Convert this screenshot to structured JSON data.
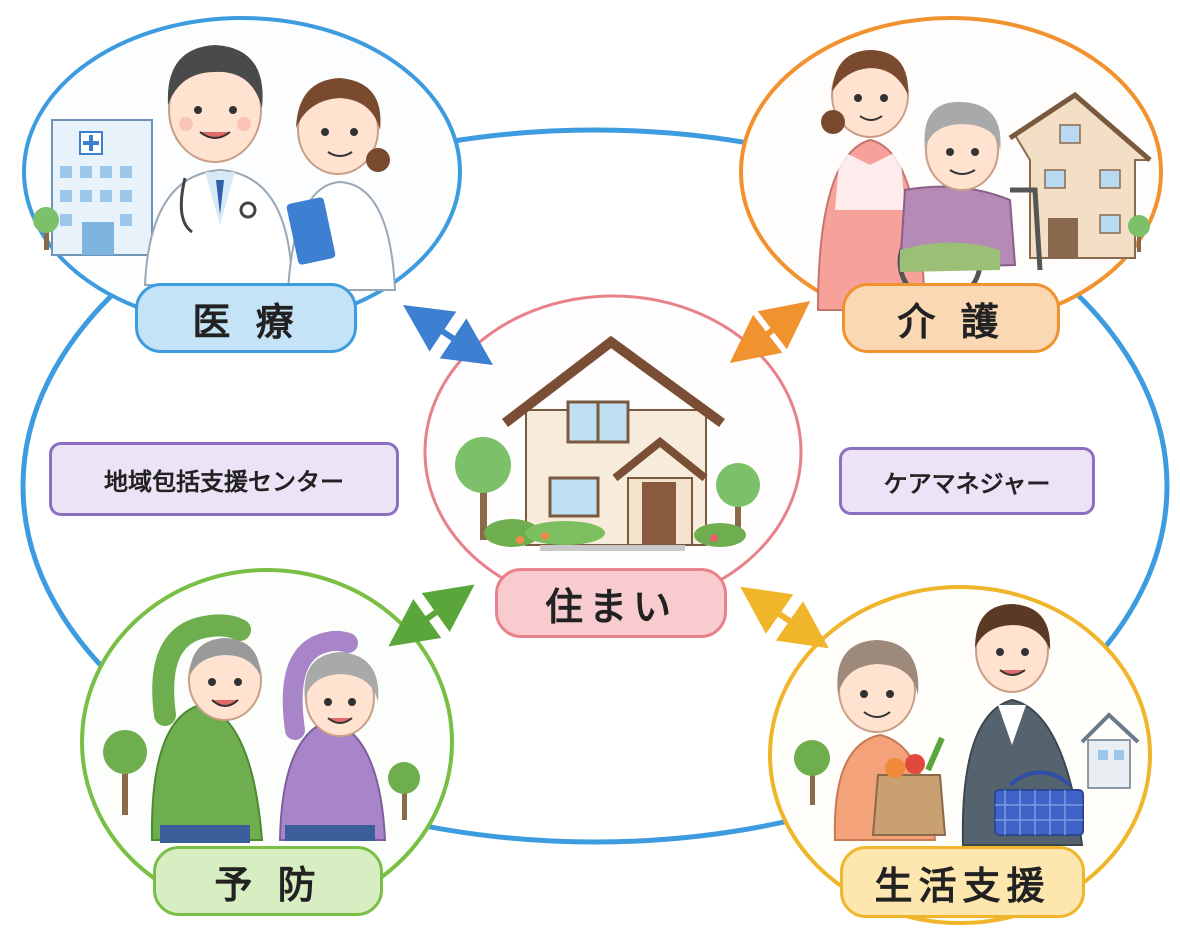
{
  "labels": {
    "iryo": "医 療",
    "kaigo": "介 護",
    "home": "住まい",
    "yobo": "予 防",
    "seikatsu": "生活支援",
    "center": "地域包括支援センター",
    "care_manager": "ケアマネジャー"
  },
  "colors": {
    "ring": "#3d9be0",
    "iryo": "#3d9be0",
    "kaigo": "#f0922e",
    "home": "#e7828a",
    "yobo": "#79bf45",
    "seikatsu": "#f0b52a",
    "support": "#8b6fc0"
  },
  "icons": [
    "hospital-icon",
    "doctor-icon",
    "nurse-icon",
    "caregiver-icon",
    "elderly-wheelchair-icon",
    "care-facility-icon",
    "house-icon",
    "tree-icon",
    "exercise-elderly-icon",
    "grocery-bag-icon",
    "shopping-basket-icon",
    "support-staff-icon"
  ]
}
